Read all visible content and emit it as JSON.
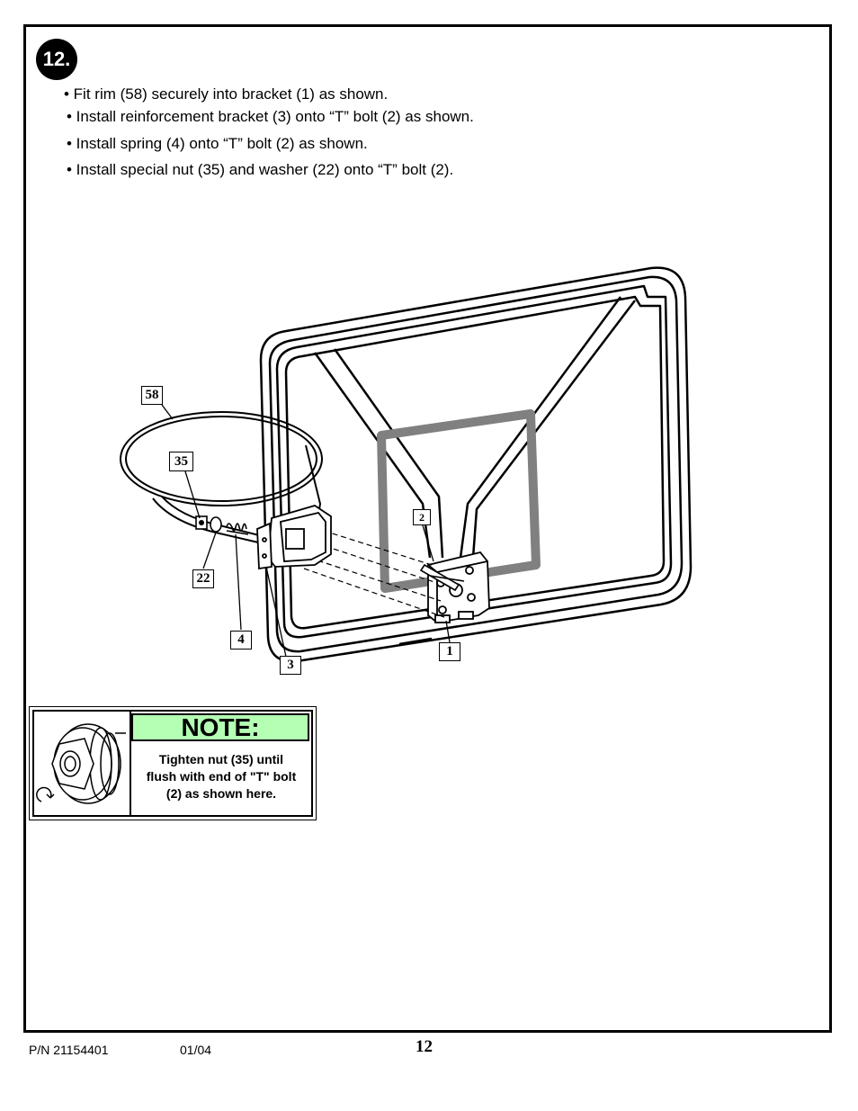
{
  "step": {
    "number": "12."
  },
  "instructions": [
    "• Fit rim (58) securely into bracket (1) as shown.",
    "• Install reinforcement bracket (3) onto “T” bolt (2) as shown.",
    "• Install spring (4) onto “T” bolt (2) as shown.",
    "• Install special nut (35) and washer (22) onto “T” bolt (2)."
  ],
  "callouts": {
    "rim": "58",
    "nut": "35",
    "tbolt": "2",
    "washer": "22",
    "spring": "4",
    "reinforcement": "3",
    "bracket": "1"
  },
  "note": {
    "heading": "NOTE:",
    "line1": "Tighten nut (35) until",
    "line2": "flush with end of \"T\" bolt",
    "line3": "(2) as shown here."
  },
  "footer": {
    "part_number": "P/N 21154401",
    "date": "01/04",
    "page": "12"
  },
  "colors": {
    "note_header": "#b4ffb4",
    "target_square": "#808080"
  }
}
